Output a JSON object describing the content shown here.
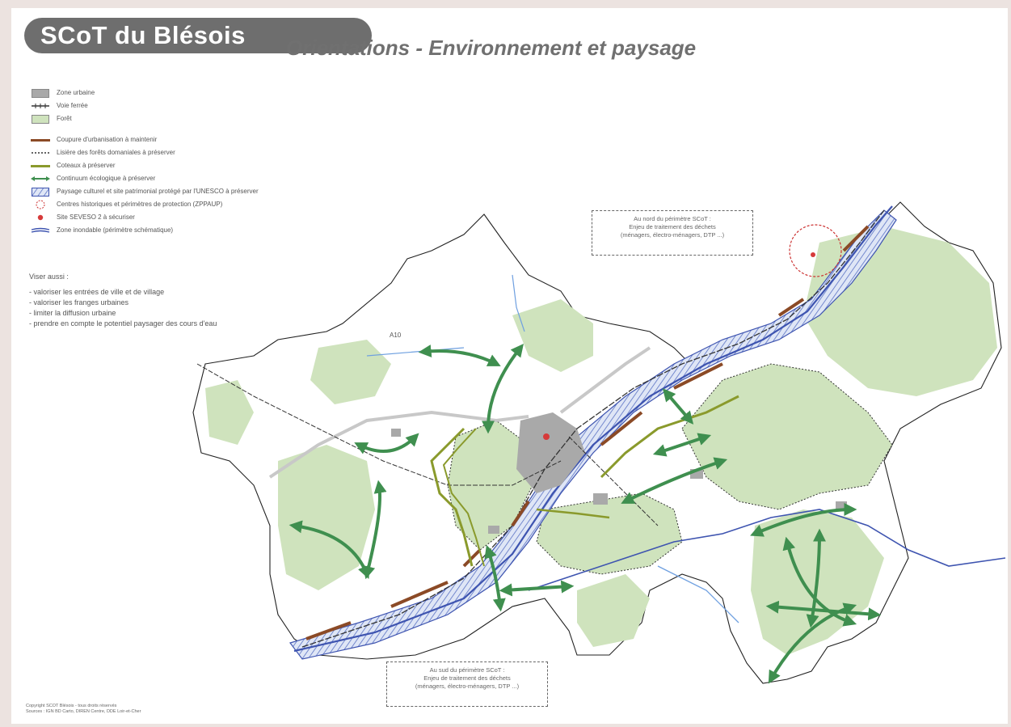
{
  "header": {
    "title": "SCoT du Blésois",
    "subtitle": "Orientations - Environnement et paysage"
  },
  "legend": {
    "items": [
      {
        "label": "Zone urbaine",
        "symbol": "grey-box-icon",
        "color": "#a9a9a9"
      },
      {
        "label": "Voie ferrée",
        "symbol": "railway-line-icon",
        "color": "#333333"
      },
      {
        "label": "Forêt",
        "symbol": "green-box-icon",
        "color": "#cfe3bd"
      },
      {
        "label": "Coupure d'urbanisation à maintenir",
        "symbol": "brown-line-icon",
        "color": "#8b4a26"
      },
      {
        "label": "Lisière des forêts domaniales à préserver",
        "symbol": "dotted-line-icon",
        "color": "#333333"
      },
      {
        "label": "Coteaux à préserver",
        "symbol": "olive-line-icon",
        "color": "#8a9a2c"
      },
      {
        "label": "Continuum écologique à préserver",
        "symbol": "green-arrow-icon",
        "color": "#3f8f4f"
      },
      {
        "label": "Paysage culturel et site patrimonial protégé par l'UNESCO à préserver",
        "symbol": "hatched-box-icon",
        "color": "#4f6fc0"
      },
      {
        "label": "Centres historiques et périmètres de protection (ZPPAUP)",
        "symbol": "dashed-circle-icon",
        "color": "#cc3333"
      },
      {
        "label": "Site SEVESO 2 à sécuriser",
        "symbol": "red-dot-icon",
        "color": "#d63a3a"
      },
      {
        "label": "Zone inondable (périmètre schématique)",
        "symbol": "blue-double-line-icon",
        "color": "#3e54b0"
      }
    ]
  },
  "aims": {
    "title": "Viser aussi :",
    "items": [
      "- valoriser les entrées de ville et de village",
      "- valoriser les franges urbaines",
      "- limiter la diffusion urbaine",
      "- prendre en compte le potentiel paysager des cours d'eau"
    ]
  },
  "map": {
    "road_label": "A10",
    "notes": [
      {
        "lines": [
          "Au nord du périmètre SCoT :",
          "Enjeu de traitement des déchets",
          "(ménagers, électro-ménagers, DTP ...)"
        ]
      },
      {
        "lines": [
          "Au sud du périmètre SCoT :",
          "Enjeu de traitement des déchets",
          "(ménagers, électro-ménagers, DTP ...)"
        ]
      }
    ]
  },
  "footer": {
    "lines": [
      "Copyright SCOT Blésois - tous droits réservés",
      "Sources : IGN BD Carto, DIREN Centre, DDE Loir-et-Cher"
    ]
  }
}
